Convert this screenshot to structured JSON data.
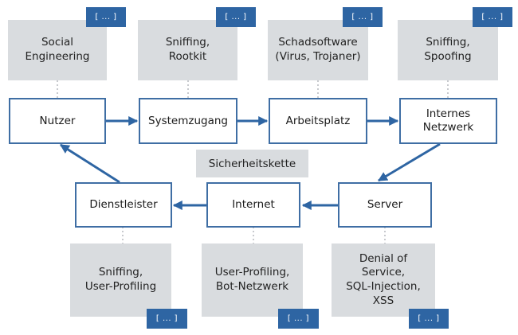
{
  "center_label": "Sicherheitskette",
  "tag_label": "[ ... ]",
  "nodes": {
    "nutzer": "Nutzer",
    "systemzugang": "Systemzugang",
    "arbeitsplatz": "Arbeitsplatz",
    "internes_netzwerk": "Internes\nNetzwerk",
    "dienstleister": "Dienstleister",
    "internet": "Internet",
    "server": "Server"
  },
  "threats": {
    "nutzer": "Social\nEngineering",
    "systemzugang": "Sniffing,\nRootkit",
    "arbeitsplatz": "Schadsoftware\n(Virus, Trojaner)",
    "internes_netzwerk": "Sniffing,\nSpoofing",
    "dienstleister": "Sniffing,\nUser-Profiling",
    "internet": "User-Profiling,\nBot-Netzwerk",
    "server": "Denial of\nService,\nSQL-Injection,\nXSS"
  },
  "colors": {
    "node_border": "#3f6ea4",
    "arrow": "#2e65a3",
    "threat_box": "#d9dcdf",
    "tag": "#2e65a3"
  }
}
